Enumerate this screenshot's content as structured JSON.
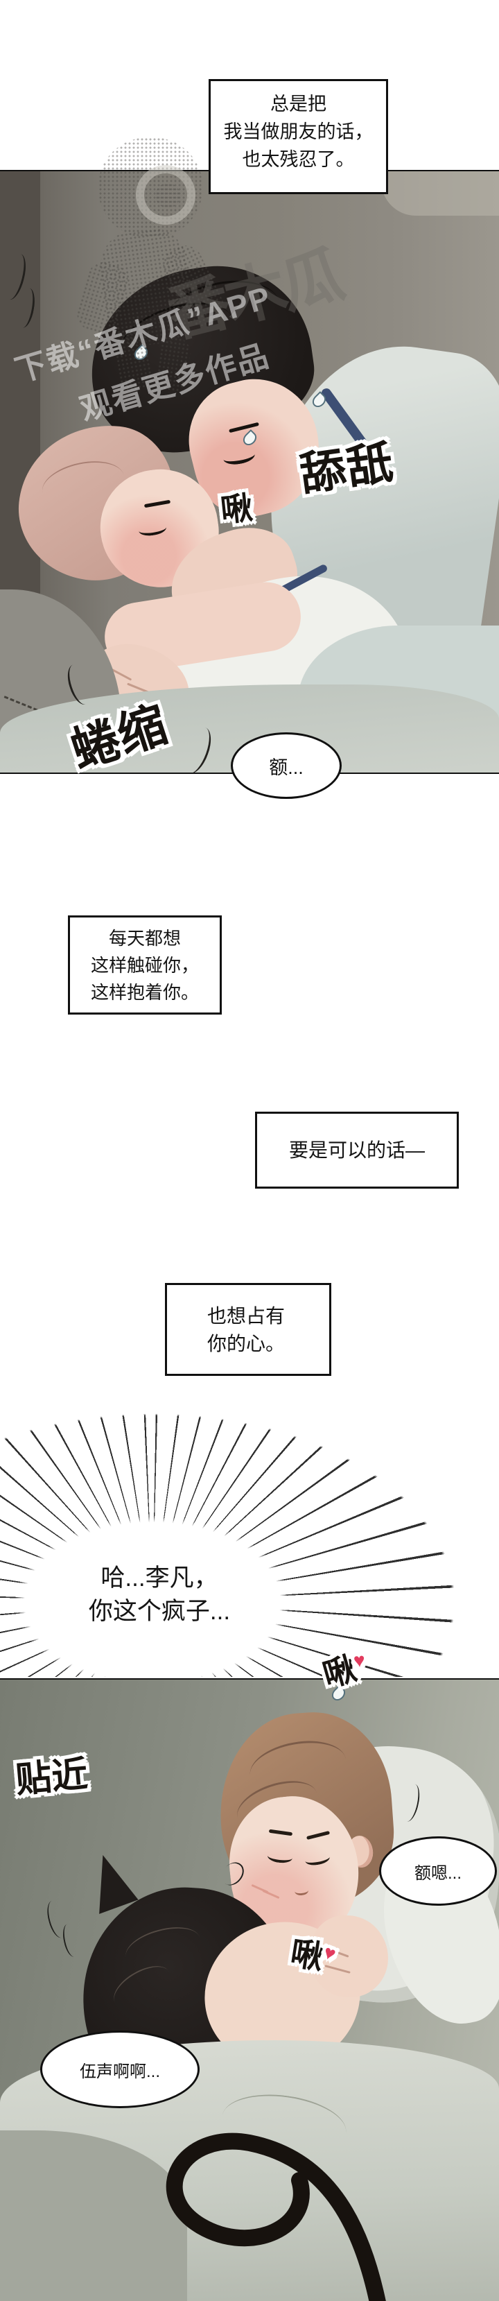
{
  "narration": {
    "box1": {
      "l1": "总是把",
      "l2": "我当做朋友的话，",
      "l3": "也太残忍了。"
    },
    "box2": {
      "l1": "每天都想",
      "l2": "这样触碰你，",
      "l3": "这样抱着你。"
    },
    "box3": {
      "l1": "要是可以的话—"
    },
    "box4": {
      "l1": "也想占有",
      "l2": "你的心。"
    }
  },
  "bubbles": {
    "uh": "额...",
    "burst_l1": "哈...李凡，",
    "burst_l2": "你这个疯子...",
    "mmh": "额嗯...",
    "groan": "伍声啊啊..."
  },
  "sfx": {
    "kiss1": "啾",
    "lick": "舔舐",
    "curl": "蜷缩",
    "kiss2": "啾",
    "kiss3": "啾",
    "close_in": "贴近",
    "heart": "♥"
  },
  "watermark": {
    "line1": "下载“番木瓜”APP",
    "line2": "观看更多作品",
    "logo_text": "番木瓜"
  },
  "colors": {
    "heart": "#e23b5e",
    "sfx_ink": "#17130f",
    "panel_border": "#101010",
    "pajama_trim": "#3d4f74",
    "wall_panel1": "#82807a",
    "wall_panel2": "#8d9187",
    "blanket": "#c9cfc8",
    "skin": "#f2d6c9",
    "hair_black": "#211d1b",
    "hair_brown": "#9c7a63",
    "hair_pink": "#d8b2a6"
  }
}
